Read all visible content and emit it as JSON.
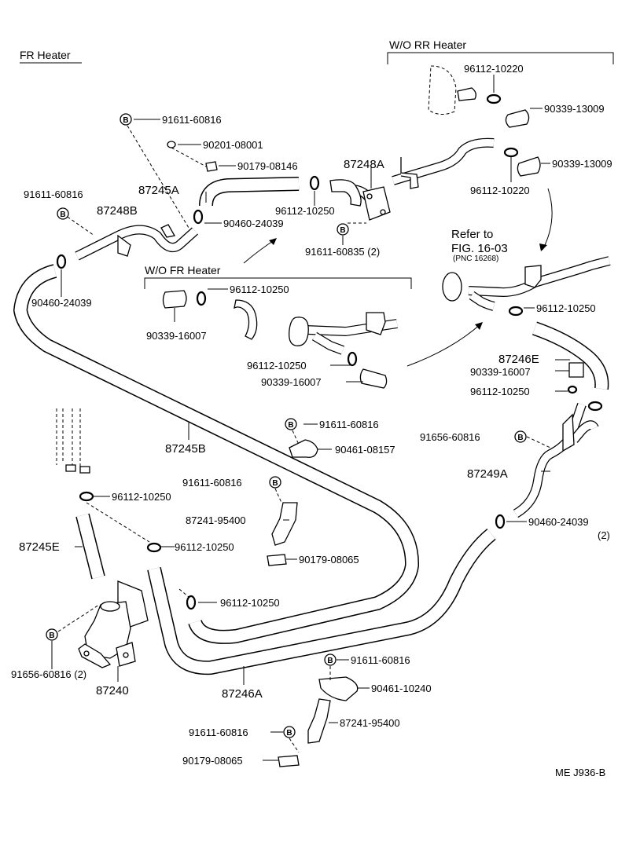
{
  "sections": {
    "fr_heater": "FR Heater",
    "wo_rr_heater": "W/O RR Heater",
    "wo_fr_heater": "W/O FR Heater"
  },
  "refer": {
    "line1": "Refer to",
    "line2": "FIG. 16-03",
    "line3": "(PNC 16268)"
  },
  "bolt_marker": "B",
  "labels": {
    "p91611_60816_a": "91611-60816",
    "p90201_08001": "90201-08001",
    "p90179_08146": "90179-08146",
    "p87245A": "87245A",
    "p91611_60816_b": "91611-60816",
    "p87248B": "87248B",
    "p90460_24039_a": "90460-24039",
    "p90460_24039_b": "90460-24039",
    "p96112_10250_a": "96112-10250",
    "p87248A": "87248A",
    "p91611_60835": "91611-60835  (2)",
    "p96112_10220_a": "96112-10220",
    "p90339_13009_a": "90339-13009",
    "p90339_13009_b": "90339-13009",
    "p96112_10220_b": "96112-10220",
    "p96112_10250_b": "96112-10250",
    "p90339_16007_a": "90339-16007",
    "p96112_10250_c": "96112-10250",
    "p90339_16007_b": "90339-16007",
    "p96112_10250_d": "96112-10250",
    "p87246E": "87246E",
    "p90339_16007_c": "90339-16007",
    "p96112_10250_e": "96112-10250",
    "p91611_60816_c": "91611-60816",
    "p90461_08157": "90461-08157",
    "p87245B": "87245B",
    "p91656_60816_a": "91656-60816",
    "p87249A": "87249A",
    "p96112_10250_f": "96112-10250",
    "p91611_60816_d": "91611-60816",
    "p87241_95400_a": "87241-95400",
    "p90460_24039_c": "90460-24039",
    "p90460_24039_c_qty": "(2)",
    "p87245E": "87245E",
    "p96112_10250_g": "96112-10250",
    "p90179_08065_a": "90179-08065",
    "p96112_10250_h": "96112-10250",
    "p91656_60816_b": "91656-60816  (2)",
    "p87240": "87240",
    "p87246A": "87246A",
    "p91611_60816_e": "91611-60816",
    "p90461_10240": "90461-10240",
    "p87241_95400_b": "87241-95400",
    "p91611_60816_f": "91611-60816",
    "p90179_08065_b": "90179-08065"
  },
  "figure_code": "ME J936-B"
}
